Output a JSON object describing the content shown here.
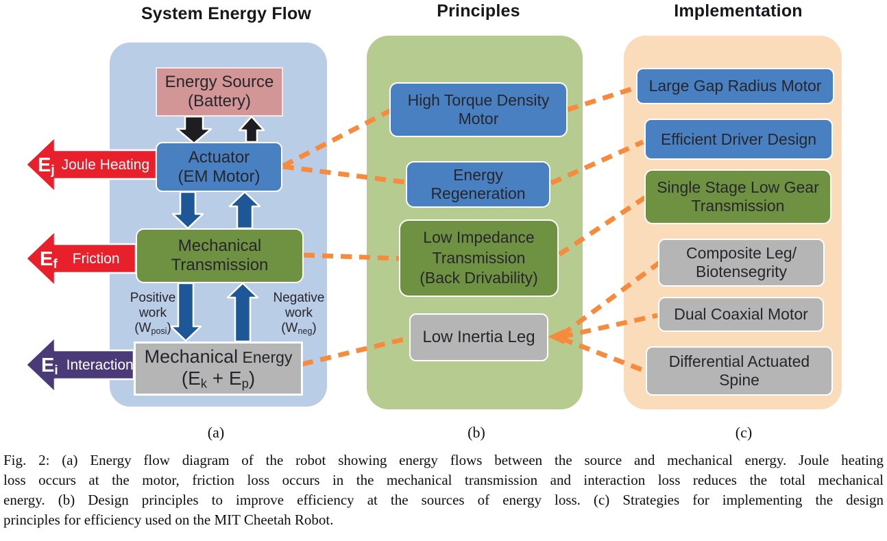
{
  "headings": {
    "left": "System Energy Flow",
    "middle": "Principles",
    "right": "Implementation"
  },
  "panel_labels": {
    "a": "(a)",
    "b": "(b)",
    "c": "(c)"
  },
  "flow": {
    "source": {
      "l1": "Energy Source",
      "l2": "(Battery)"
    },
    "actuator": {
      "l1": "Actuator",
      "l2": "(EM Motor)"
    },
    "transmission": {
      "l1": "Mechanical",
      "l2": "Transmission"
    },
    "energy": {
      "w1": "Mechanical",
      "w2": "Energy",
      "fpre": "(E",
      "fsub1": "k",
      "fmid": " + E",
      "fsub2": "p",
      "fpost": ")"
    },
    "losses": [
      {
        "sym": "E",
        "sub": "j",
        "label": "Joule Heating"
      },
      {
        "sym": "E",
        "sub": "f",
        "label": "Friction"
      },
      {
        "sym": "E",
        "sub": "i",
        "label": "Interaction"
      }
    ],
    "work": [
      {
        "l1": "Positive",
        "l2": "work",
        "pre": "(W",
        "sub": "posi",
        "post": ")"
      },
      {
        "l1": "Negative",
        "l2": "work",
        "pre": "(W",
        "sub": "neg",
        "post": ")"
      }
    ]
  },
  "principles": {
    "items": [
      {
        "l1": "High Torque Density",
        "l2": "Motor"
      },
      {
        "l1": "Energy",
        "l2": "Regeneration"
      },
      {
        "l1": "Low Impedance",
        "l2": "Transmission",
        "l3": "(Back Drivability)"
      },
      {
        "l1": "Low Inertia Leg"
      }
    ]
  },
  "implementation": {
    "items": [
      {
        "l1": "Large Gap Radius Motor"
      },
      {
        "l1": "Efficient Driver Design"
      },
      {
        "l1": "Single Stage Low Gear",
        "l2": "Transmission"
      },
      {
        "l1": "Composite Leg/",
        "l2": "Biotensegrity"
      },
      {
        "l1": "Dual Coaxial Motor"
      },
      {
        "l1": "Differential Actuated",
        "l2": "Spine"
      }
    ]
  },
  "caption": {
    "lines": [
      "Fig. 2: (a) Energy flow diagram of the robot showing energy flows between the source and mechanical energy. Joule heating",
      "loss occurs at the motor, friction loss occurs in the mechanical transmission and interaction loss reduces the total mechanical",
      "energy. (b) Design principles to improve efficiency at the sources of energy loss. (c) Strategies for implementing the design",
      "principles for efficiency used on the MIT Cheetah Robot."
    ]
  },
  "colors": {
    "panel_blue": "#bacde6",
    "panel_green": "#b6cb90",
    "panel_peach": "#fbdcba",
    "box_blue": "#4880c2",
    "box_green": "#6e9242",
    "box_gray": "#b5b5b6",
    "box_pink": "#d29697",
    "loss_red": "#e8202c",
    "interaction_purple": "#4b3a78",
    "flow_blue": "#1d5796",
    "flow_black": "#1e1e22",
    "connector_orange": "#f68b3e"
  }
}
